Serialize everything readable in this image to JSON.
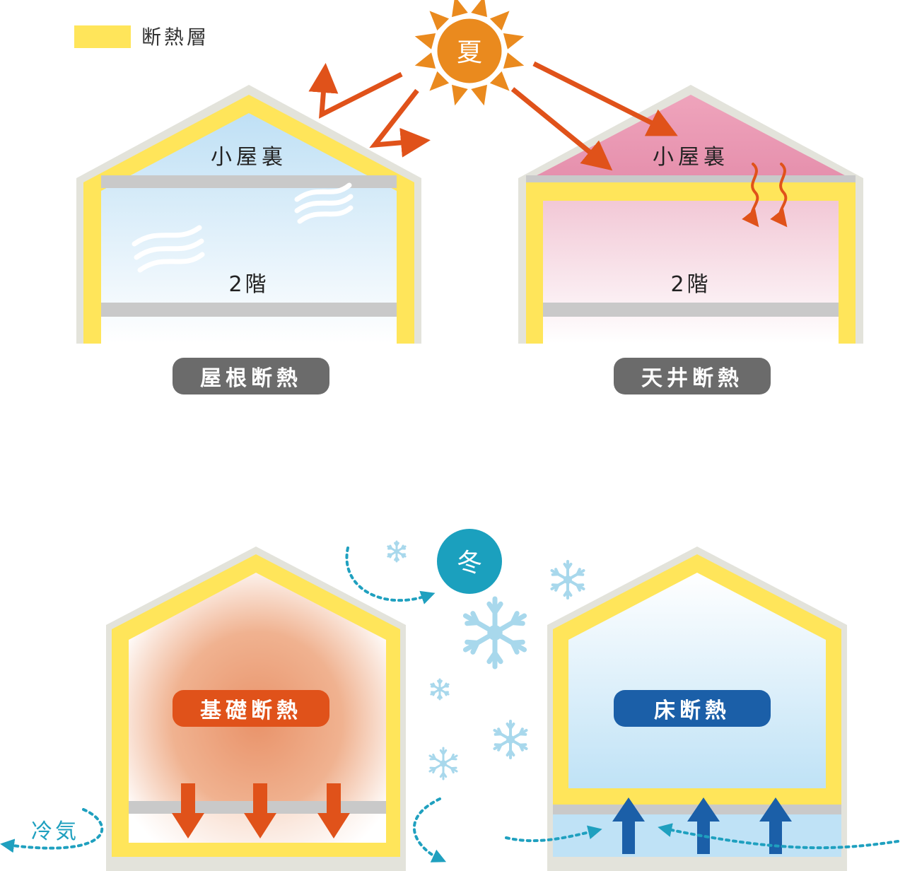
{
  "legend": {
    "swatch_color": "#FFE55A",
    "label": "断熱層"
  },
  "summer": {
    "season_label": "夏",
    "sun_color": "#EA8A1E",
    "arrow_color": "#E0521A",
    "left_house": {
      "attic_label": "小屋裏",
      "floor_label": "2階",
      "caption": "屋根断熱"
    },
    "right_house": {
      "attic_label": "小屋裏",
      "floor_label": "2階",
      "caption": "天井断熱"
    }
  },
  "winter": {
    "season_label": "冬",
    "season_color": "#1BA0BE",
    "cold_air_label": "冷気",
    "left_house": {
      "caption": "基礎断熱",
      "caption_color": "#E0521A"
    },
    "right_house": {
      "caption": "床断熱",
      "caption_color": "#1B5FA8"
    }
  },
  "colors": {
    "insulation": "#FFE55A",
    "outer_wall": "#E3E3DB",
    "floor_slab": "#C9C9C9",
    "caption_bg": "#6B6B6B",
    "cold_arrow": "#1FA0BF",
    "up_arrow": "#1B5FA8"
  }
}
